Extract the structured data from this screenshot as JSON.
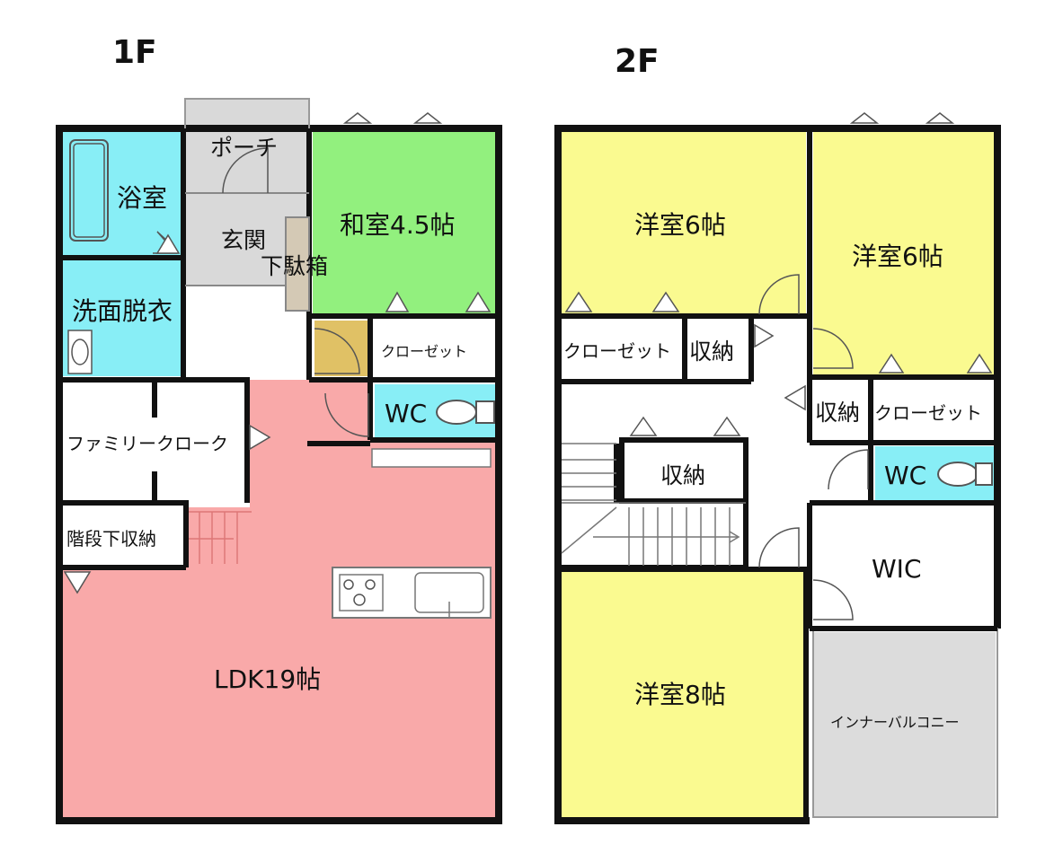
{
  "floors": {
    "first": {
      "label": "1F",
      "rooms": {
        "bath": "浴室",
        "porch": "ポーチ",
        "entrance": "玄関",
        "shoe_box": "下駄箱",
        "washitsu": "和室4.5帖",
        "washroom": "洗面脱衣",
        "closet": "クローゼット",
        "wc": "WC",
        "family_cloak": "ファミリークローク",
        "under_stair_storage": "階段下収納",
        "ldk": "LDK19帖"
      }
    },
    "second": {
      "label": "2F",
      "rooms": {
        "western_left": "洋室6帖",
        "western_right": "洋室6帖",
        "closet_left": "クローゼット",
        "storage_top": "収納",
        "storage_right": "収納",
        "closet_right": "クローゼット",
        "storage_center": "収納",
        "wc": "WC",
        "wic": "WIC",
        "western_8": "洋室8帖",
        "inner_balcony": "インナーバルコニー"
      }
    }
  },
  "colors": {
    "wall": "#111111",
    "bath": "#88eef6",
    "washitsu": "#92f07e",
    "ldk": "#f9a9a9",
    "western": "#fafa90",
    "porch": "#d9d9d9",
    "balcony": "#dcdcdc",
    "closet_floor": "#e0c165",
    "white": "#ffffff"
  }
}
